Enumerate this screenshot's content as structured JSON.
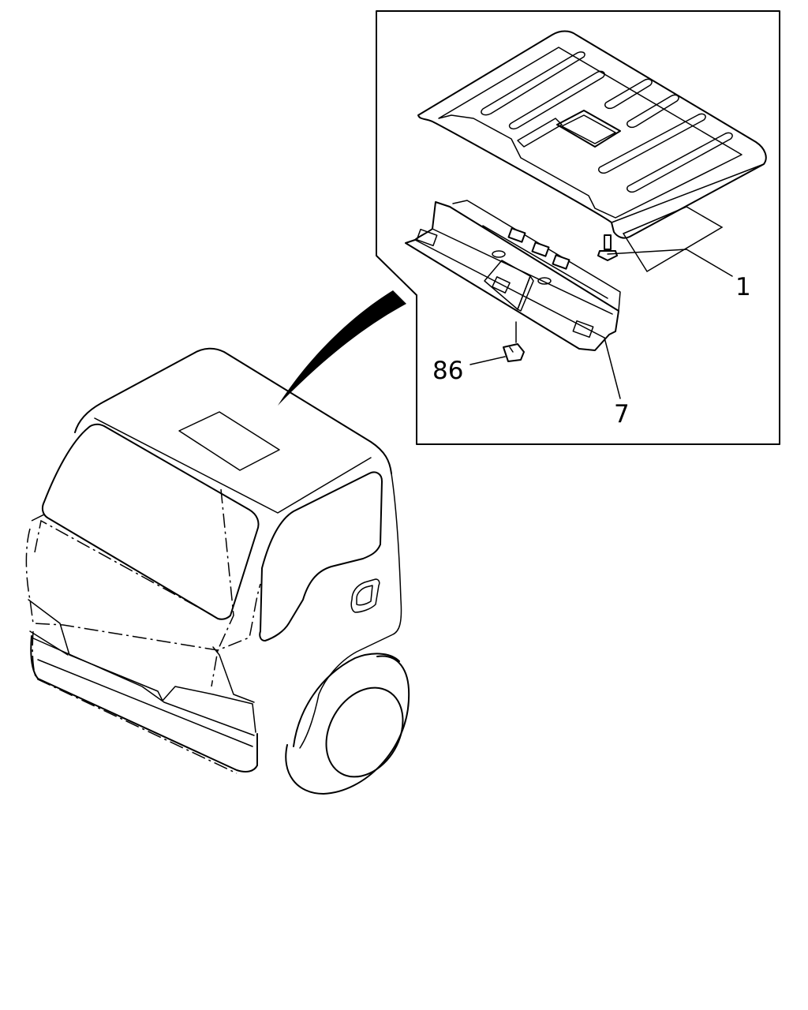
{
  "callouts": {
    "roof_lining": "1",
    "front_lining": "7",
    "clip": "86"
  },
  "colors": {
    "line": "#000000",
    "background": "#ffffff"
  }
}
